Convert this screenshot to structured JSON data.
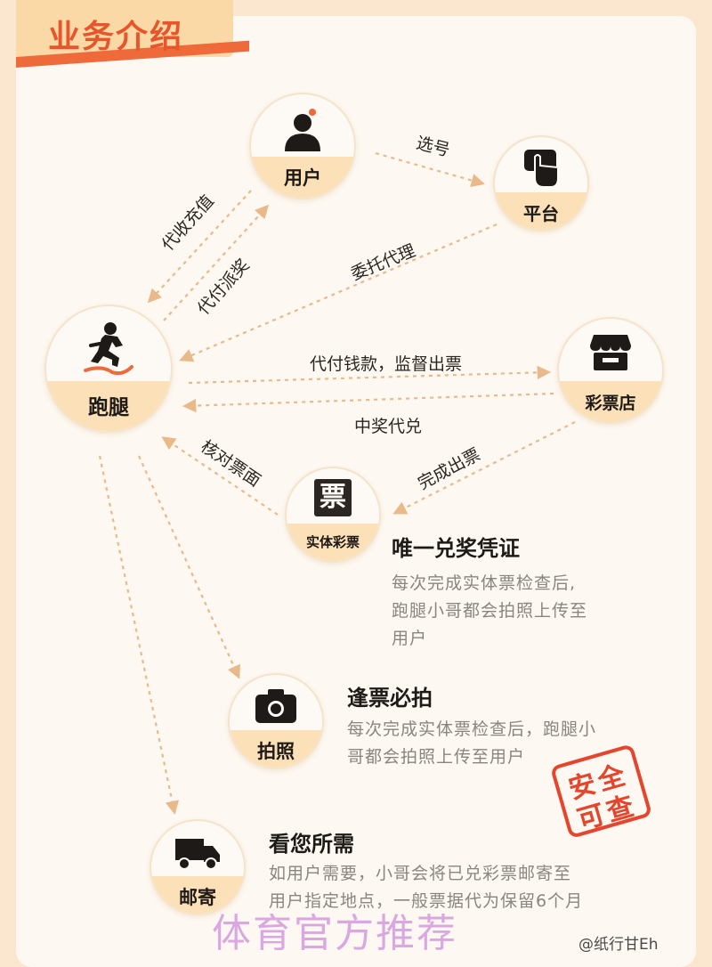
{
  "page": {
    "title": "业务介绍"
  },
  "nodes": {
    "user": {
      "label": "用户"
    },
    "platform": {
      "label": "平台"
    },
    "runner": {
      "label": "跑腿"
    },
    "shop": {
      "label": "彩票店"
    },
    "ticket": {
      "label": "实体彩票",
      "glyph": "票"
    },
    "photo": {
      "label": "拍照"
    },
    "mail": {
      "label": "邮寄"
    }
  },
  "edges": {
    "select": "选号",
    "collect": "代收充值",
    "payout": "代付派奖",
    "entrust": "委托代理",
    "pay": "代付钱款，监督出票",
    "redeem": "中奖代兑",
    "issue": "完成出票",
    "verify": "核对票面"
  },
  "sections": [
    {
      "title": "唯一兑奖凭证",
      "lines": [
        "每次完成实体票检查后,",
        "跑腿小哥都会拍照上传至",
        "用户"
      ]
    },
    {
      "title": "逢票必拍",
      "lines": [
        "每次完成实体票检查后，跑腿小",
        "哥都会拍照上传至用户"
      ]
    },
    {
      "title": "看您所需",
      "lines": [
        "如用户需要，小哥会将已兑彩票邮寄至",
        "用户指定地点，一般票据代为保留6个月"
      ]
    }
  ],
  "stamp": {
    "top": "安全",
    "bottom": "可查"
  },
  "watermark": {
    "text": "体育官方推荐"
  },
  "handle": {
    "text": "@纸行甘Eh"
  },
  "colors": {
    "accent": "#e8552a",
    "tan": "#fbe0b8",
    "line": "#e9b98a",
    "text": "#1e1a17",
    "muted": "#8a8580"
  }
}
